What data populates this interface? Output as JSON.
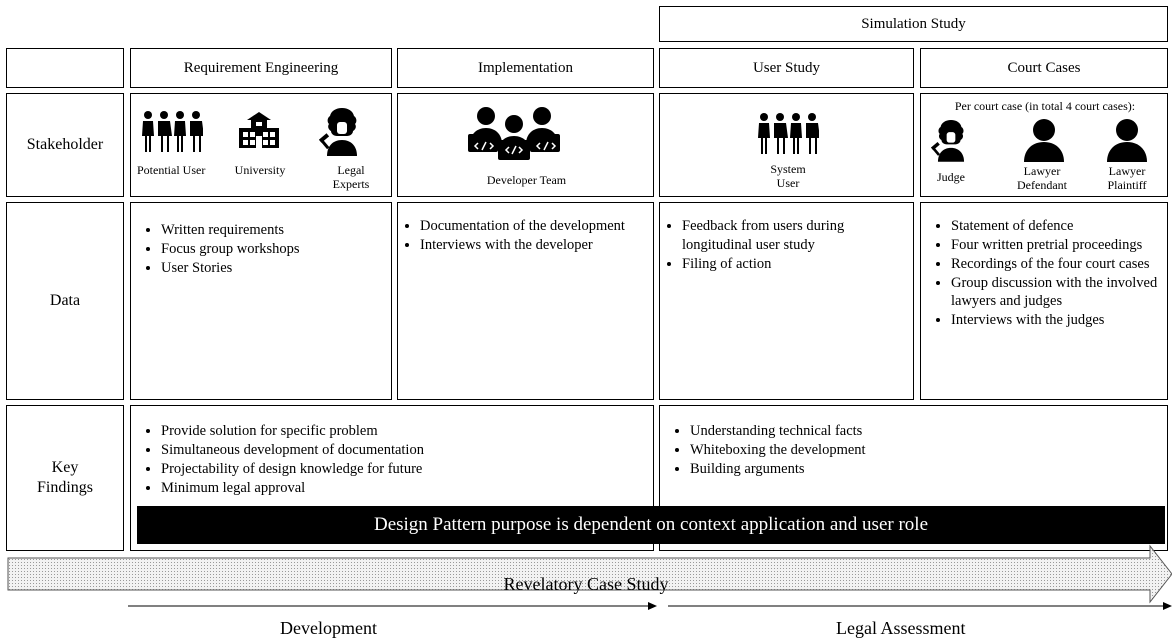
{
  "header": {
    "simulation_study": "Simulation Study",
    "col1": "Requirement Engineering",
    "col2": "Implementation",
    "col3": "User Study",
    "col4": "Court Cases"
  },
  "rows": {
    "stakeholder": "Stakeholder",
    "data": "Data",
    "key_findings": "Key Findings"
  },
  "stakeholders": {
    "col1": [
      "Potential User",
      "University",
      "Legal Experts"
    ],
    "col2": [
      "Developer Team"
    ],
    "col3": [
      "System User"
    ],
    "col4_note": "Per court case (in total 4 court cases):",
    "col4": [
      "Judge",
      "Lawyer Defendant",
      "Lawyer Plaintiff"
    ]
  },
  "data": {
    "col1": [
      "Written requirements",
      "Focus group workshops",
      "User Stories"
    ],
    "col2": [
      "Documentation of the development",
      "Interviews with the developer"
    ],
    "col3": [
      "Feedback from users during longitudinal user study",
      "Filing of action"
    ],
    "col4": [
      "Statement of defence",
      "Four written pretrial proceedings",
      "Recordings of the four court cases",
      "Group discussion with the involved lawyers and judges",
      "Interviews with the judges"
    ]
  },
  "findings": {
    "left": [
      "Provide solution for specific problem",
      "Simultaneous development of documentation",
      "Projectability of design knowledge for future",
      "Minimum legal approval"
    ],
    "right": [
      "Understanding technical facts",
      "Whiteboxing the development",
      "Building arguments"
    ]
  },
  "banner": "Design Pattern purpose is dependent on context application and user role",
  "case_study": "Revelatory Case Study",
  "phases": {
    "left": "Development",
    "right": "Legal Assessment"
  }
}
